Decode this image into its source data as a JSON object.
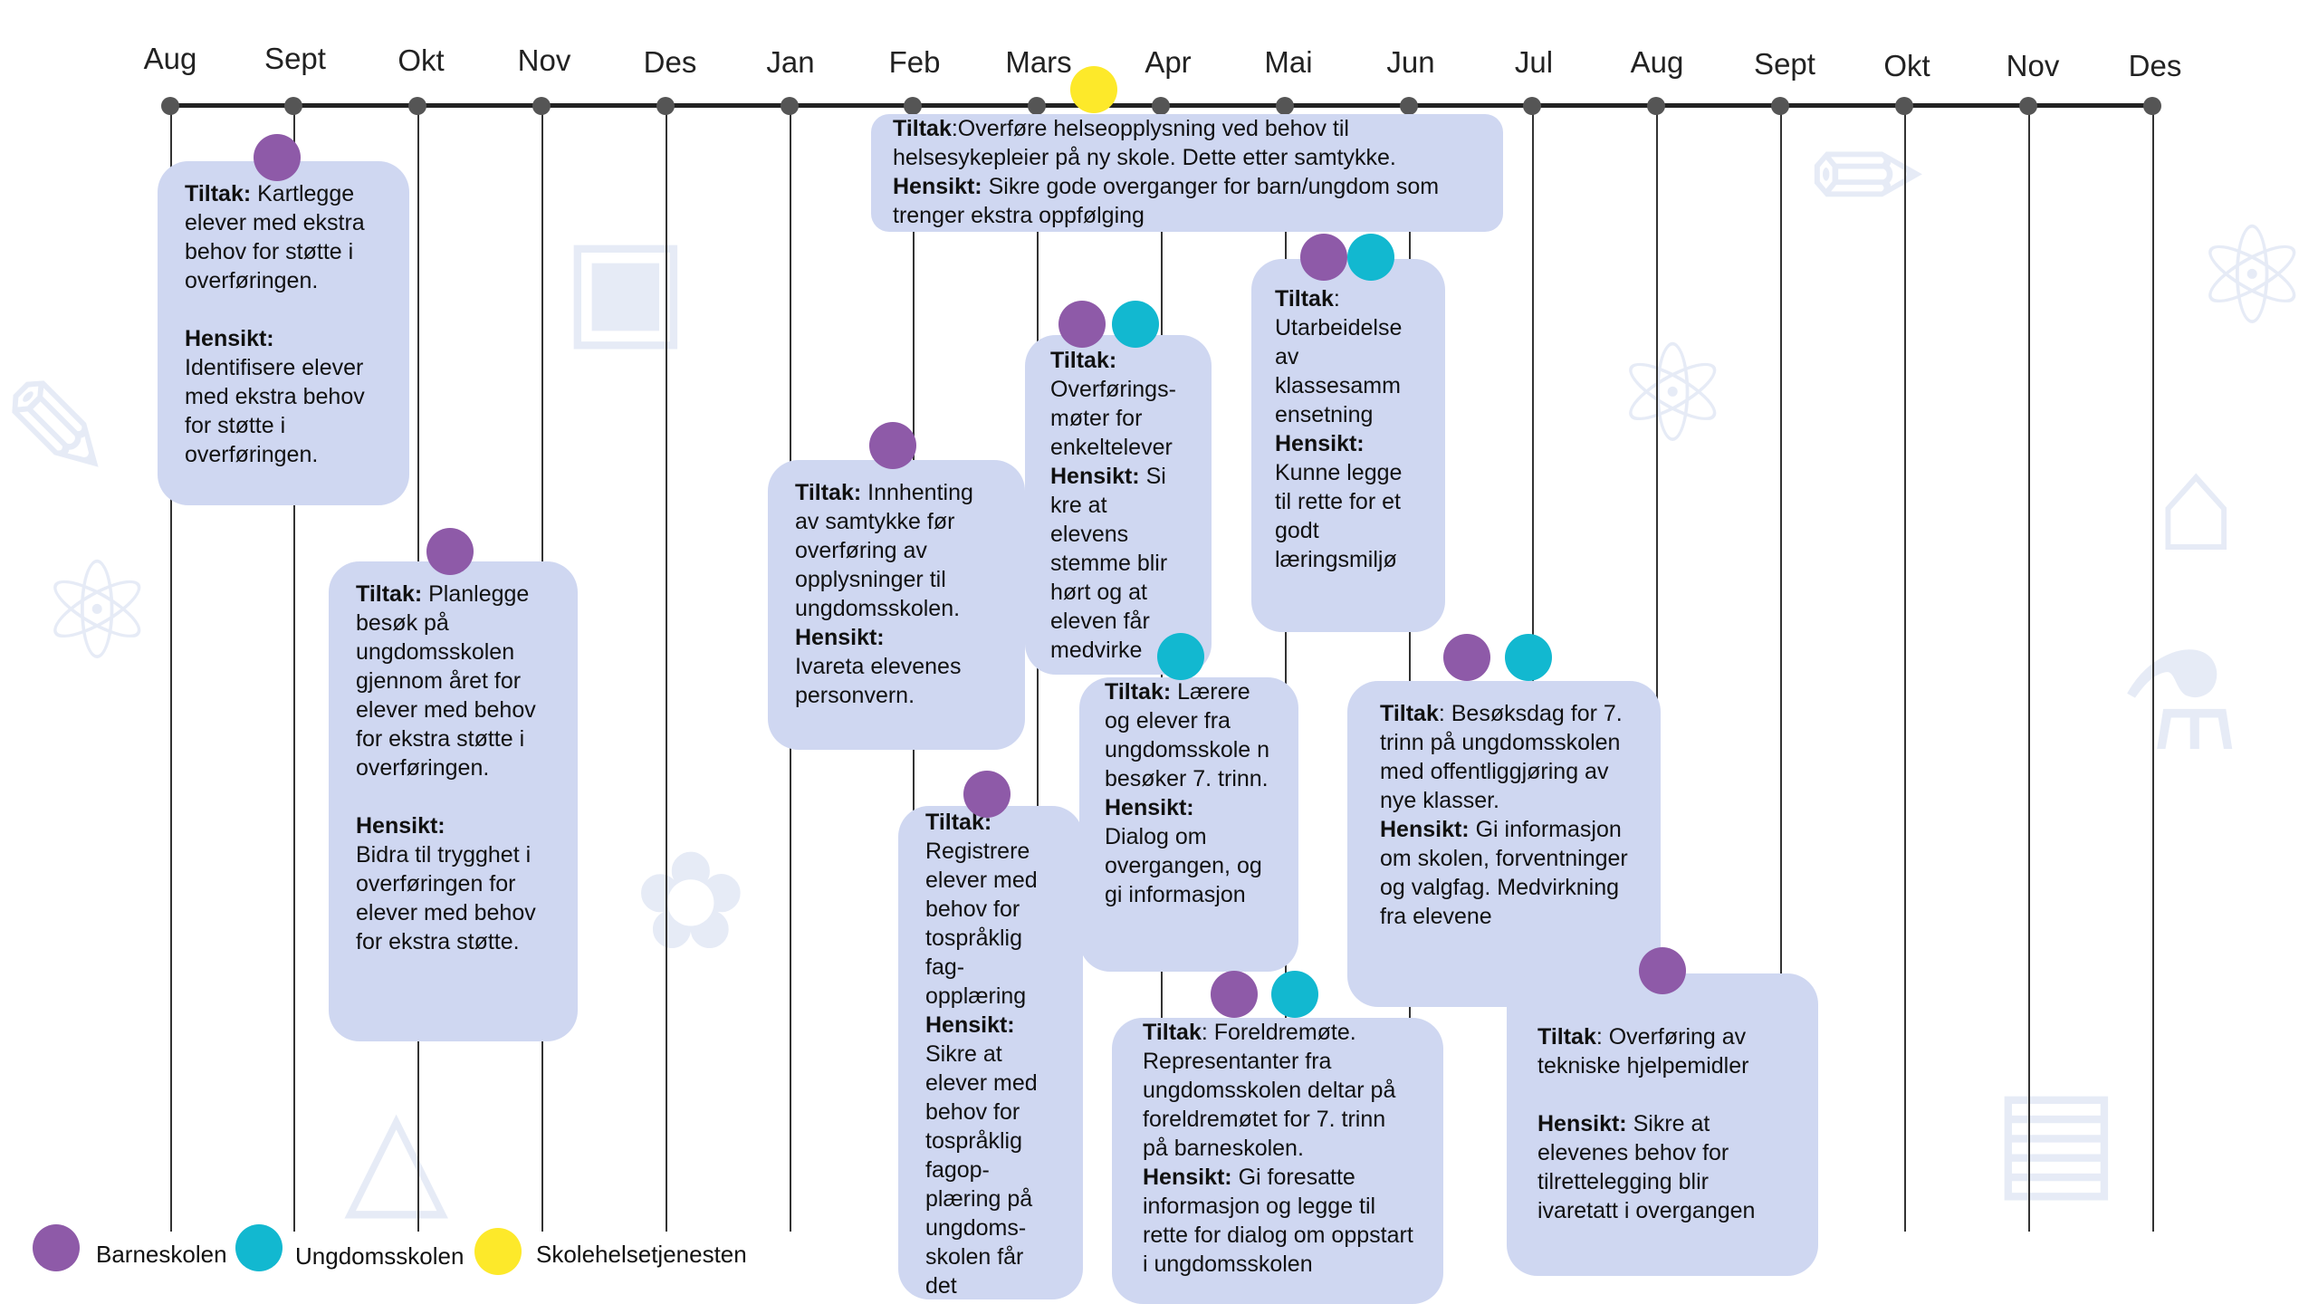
{
  "colors": {
    "barneskolen": "#8e5aa8",
    "ungdomsskolen": "#12b8d0",
    "skolehelsetjenesten": "#fde92a",
    "card_background": "#cfd7f1",
    "axis": "#222222"
  },
  "background_icons": [
    "atom-icon",
    "flask-icon",
    "backpack-icon",
    "notebook-icon",
    "pencil-icon",
    "palette-icon",
    "book-icon",
    "school-icon",
    "shapes-icon",
    "ruler-icon"
  ],
  "timeline": {
    "months": [
      "Aug",
      "Sept",
      "Okt",
      "Nov",
      "Des",
      "Jan",
      "Feb",
      "Mars",
      "Apr",
      "Mai",
      "Jun",
      "Jul",
      "Aug",
      "Sept",
      "Okt",
      "Nov",
      "Des"
    ]
  },
  "cards": {
    "c1": {
      "t_label": "Tiltak:",
      "t_text": " Kartlegge elever med ekstra behov for støtte i overføringen.",
      "h_label": "Hensikt:",
      "h_text": "Identifisere elever med ekstra behov for støtte i overføringen."
    },
    "c2": {
      "t_label": "Tiltak:",
      "t_text": " Planlegge besøk på ungdomsskolen gjennom året for elever med behov for ekstra støtte i overføringen.",
      "h_label": "Hensikt:",
      "h_text": "Bidra til trygghet i overføringen for elever med behov for ekstra støtte."
    },
    "c3": {
      "t_label": "Tiltak:",
      "t_text": " Innhenting av samtykke før overføring av opplysninger til ungdomsskolen.",
      "h_label": "Hensikt:",
      "h_text": "Ivareta elevenes personvern."
    },
    "c4": {
      "t_label": "Tiltak:",
      "t_text": "Registrere elever med behov for tospråklig fag-opplæring",
      "h_label": "Hensikt:",
      "h_text": "Sikre at elever med behov for tospråklig fagop-plæring på ungdoms-skolen får det"
    },
    "c5": {
      "t_label": "Tiltak",
      "t_text": ":Overføre helseopplysning ved behov til helsesykepleier på ny skole. Dette etter samtykke.",
      "h_label": "Hensikt:",
      "h_text": " Sikre gode overganger for barn/ungdom som trenger ekstra oppfølging"
    },
    "c6": {
      "t_label": "Tiltak:",
      "t_text": "Overførings-møter for enkeltelever",
      "h_label": "Hensikt:",
      "h_text": "  Si kre at elevens stemme blir hørt og at eleven får medvirke"
    },
    "c7": {
      "t_label": "Tiltak:",
      "t_text": " Lærere og elever fra ungdomsskole n besøker 7. trinn.",
      "h_label": "Hensikt:",
      "h_text": "Dialog om overgangen, og gi informasjon"
    },
    "c8": {
      "t_label": "Tiltak",
      "t_text": ": Foreldremøte. Representanter fra ungdomsskolen deltar på foreldremøtet for 7. trinn på barneskolen.",
      "h_label": "Hensikt:",
      "h_text": " Gi foresatte informasjon og legge til rette for dialog om oppstart i ungdomsskolen"
    },
    "c9": {
      "t_label": "Tiltak",
      "t_text": ": Utarbeidelse av klassesamm ensetning",
      "h_label": "Hensikt:",
      "h_text": "Kunne legge til rette for et godt læringsmiljø"
    },
    "c10": {
      "t_label": "Tiltak",
      "t_text": ": Besøksdag for 7. trinn på ungdomsskolen med offentliggjøring av nye klasser.",
      "h_label": "Hensikt:",
      "h_text": " Gi informasjon om skolen, forventninger og valgfag. Medvirkning fra elevene"
    },
    "c11": {
      "t_label": "Tiltak",
      "t_text": ": Overføring av tekniske hjelpemidler",
      "h_label": "Hensikt:",
      "h_text": " Sikre at elevenes behov for tilrettelegging blir ivaretatt i overgangen"
    }
  },
  "legend": {
    "barneskolen": "Barneskolen",
    "ungdomsskolen": "Ungdomsskolen",
    "skolehelsetjenesten": "Skolehelsetjenesten"
  }
}
